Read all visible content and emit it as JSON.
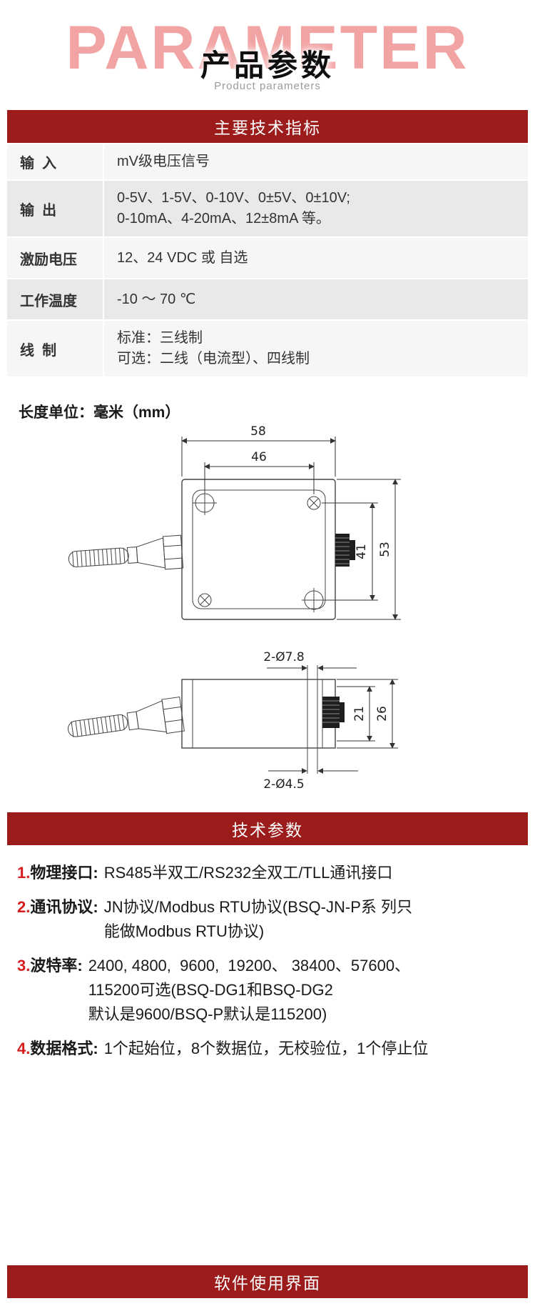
{
  "colors": {
    "banner-red": "#9c1b1b",
    "number-red": "#d61c1c",
    "parameter-pink": "#f2a4a4",
    "row-light": "#f6f6f6",
    "row-gray": "#e9e9e9"
  },
  "header": {
    "bg_word": "PARAMETER",
    "title": "产品参数",
    "subtitle": "Product parameters"
  },
  "spec_table": {
    "header": "主要技术指标",
    "rows": [
      {
        "label": "输  入",
        "value": "mV级电压信号"
      },
      {
        "label": "输  出",
        "value": "0-5V、1-5V、0-10V、0±5V、0±10V;\n0-10mA、4-20mA、12±8mA 等。"
      },
      {
        "label": "激励电压",
        "value": "12、24 VDC 或 自选"
      },
      {
        "label": "工作温度",
        "value": "-10 ～ 70 ℃"
      },
      {
        "label": "线  制",
        "value": "标准：三线制\n可选：二线（电流型）、四线制"
      }
    ]
  },
  "drawing": {
    "unit_note": "长度单位：毫米（mm）",
    "dims": {
      "top_width": "58",
      "inner_width": "46",
      "inner_height": "41",
      "outer_height": "53",
      "hole_top": "2-Ø7.8",
      "side_inner_height": "21",
      "side_outer_height": "26",
      "hole_bottom": "2-Ø4.5"
    }
  },
  "tech_params": {
    "header": "技术参数",
    "items": [
      {
        "num": "1.",
        "label": "物理接口:",
        "value": "RS485半双工/RS232全双工/TLL通讯接口"
      },
      {
        "num": "2.",
        "label": "通讯协议:",
        "value": "JN协议/Modbus RTU协议(BSQ-JN-P系 列只\n能做Modbus RTU协议)"
      },
      {
        "num": "3.",
        "label": "波特率:",
        "value": "2400, 4800,  9600,  19200、 38400、57600、\n115200可选(BSQ-DG1和BSQ-DG2\n默认是9600/BSQ-P默认是115200)"
      },
      {
        "num": "4.",
        "label": "数据格式:",
        "value": "1个起始位，8个数据位，无校验位，1个停止位"
      }
    ]
  },
  "footer": {
    "header": "软件使用界面"
  }
}
